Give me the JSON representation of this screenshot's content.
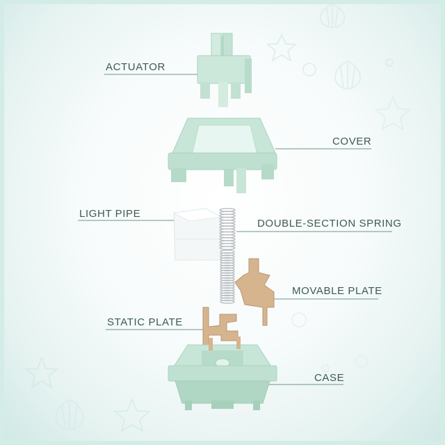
{
  "labels": {
    "actuator": "ACTUATOR",
    "cover": "COVER",
    "light_pipe": "LIGHT PIPE",
    "spring": "DOUBLE-SECTION SPRING",
    "movable_plate": "MOVABLE PLATE",
    "static_plate": "STATIC PLATE",
    "case": "CASE"
  },
  "colors": {
    "housing_green": "#c8e6d8",
    "housing_shadow": "#a9d2c1",
    "metal": "#d6b48e",
    "spring": "#b9bec2",
    "label_text": "#3c5a52",
    "border": "#d3ece6"
  }
}
